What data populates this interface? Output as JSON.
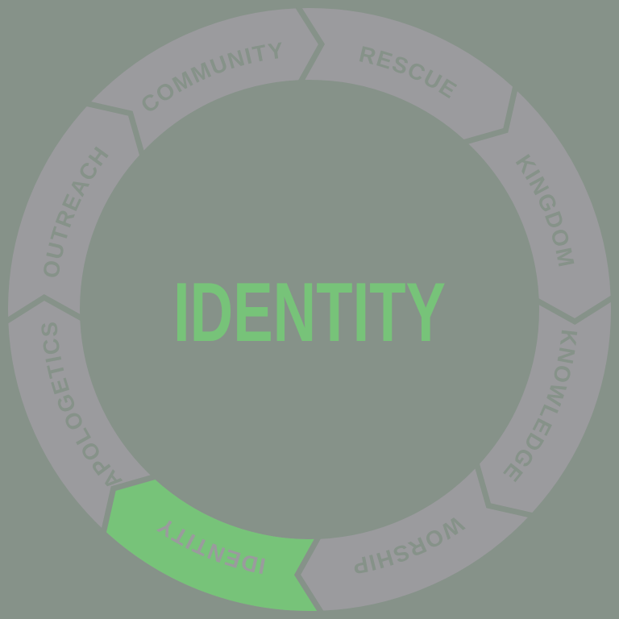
{
  "diagram": {
    "type": "cycle-wheel",
    "direction": "clockwise",
    "center_label": "IDENTITY",
    "segments": [
      {
        "label": "RESCUE",
        "highlighted": false
      },
      {
        "label": "KINGDOM",
        "highlighted": false
      },
      {
        "label": "KNOWLEDGE",
        "highlighted": false
      },
      {
        "label": "WORSHIP",
        "highlighted": false
      },
      {
        "label": "IDENTITY",
        "highlighted": true
      },
      {
        "label": "APOLOGETICS",
        "highlighted": false
      },
      {
        "label": "OUTREACH",
        "highlighted": false
      },
      {
        "label": "COMMUNITY",
        "highlighted": false
      }
    ],
    "colors": {
      "background": "#869289",
      "ring_gray": "#9B9B9E",
      "accent_green": "#77C379",
      "segment_label": "#869289",
      "highlight_segment_label": "#9A9B9D",
      "center_label": "#77C379"
    }
  }
}
